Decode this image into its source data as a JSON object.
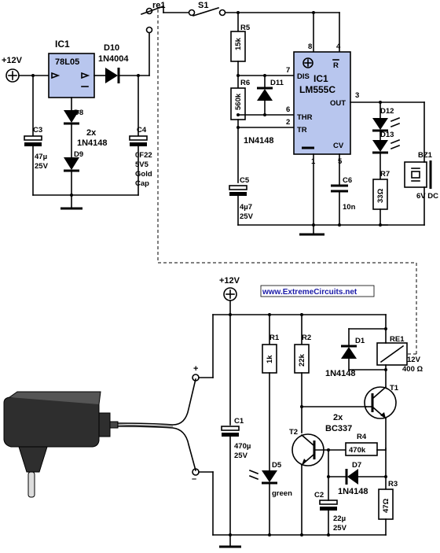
{
  "website": "www.ExtremeCircuits.net",
  "colors": {
    "ic_fill": "#b8c6ee",
    "url_color": "#1a1aa8"
  },
  "top": {
    "supply": "+12V",
    "ic1_regulator": {
      "name": "IC1",
      "part": "78L05"
    },
    "d10": {
      "name": "D10",
      "part": "1N4004"
    },
    "d8": "D8",
    "d9": "D9",
    "diodes_note_count": "2x",
    "diodes_note_part": "1N4148",
    "c3": {
      "name": "C3",
      "v1": "47µ",
      "v2": "25V"
    },
    "c4": {
      "name": "C4",
      "v1": "0F22",
      "v2": "5V5",
      "v3": "Gold",
      "v4": "Cap"
    },
    "re1": "re1",
    "s1": "S1",
    "r5": {
      "name": "R5",
      "value": "15k"
    },
    "r6": {
      "name": "R6",
      "value": "560k"
    },
    "d11": {
      "name": "D11",
      "part": "1N4148"
    },
    "c5": {
      "name": "C5",
      "v1": "4µ7",
      "v2": "25V"
    },
    "ic1_timer": {
      "name": "IC1",
      "part": "LM555C",
      "pins": {
        "dis": "DIS",
        "thr": "THR",
        "tr": "TR",
        "r": "R",
        "out": "OUT",
        "cv": "CV"
      },
      "pin_numbers": {
        "p8": "8",
        "p4": "4",
        "p7": "7",
        "p6": "6",
        "p2": "2",
        "p3": "3",
        "p1": "1",
        "p5": "5"
      }
    },
    "c6": {
      "name": "C6",
      "value": "10n"
    },
    "d12": "D12",
    "d13": "D13",
    "r7": {
      "name": "R7",
      "value": "33Ω"
    },
    "bz1": {
      "name": "BZ1",
      "value": "6V DC"
    }
  },
  "bottom": {
    "supply": "+12V",
    "plus": "+",
    "minus": "–",
    "c1": {
      "name": "C1",
      "v1": "470µ",
      "v2": "25V"
    },
    "r1": {
      "name": "R1",
      "value": "1k"
    },
    "d5": {
      "name": "D5",
      "color": "green"
    },
    "r2": {
      "name": "R2",
      "value": "22k"
    },
    "d1": {
      "name": "D1",
      "part": "1N4148"
    },
    "re1": {
      "name": "RE1",
      "v1": "12V",
      "v2": "400 Ω"
    },
    "t1": "T1",
    "t2": "T2",
    "transistors_count": "2x",
    "transistors_part": "BC337",
    "r4": {
      "name": "R4",
      "value": "470k"
    },
    "d7": {
      "name": "D7",
      "part": "1N4148"
    },
    "c2": {
      "name": "C2",
      "v1": "22µ",
      "v2": "25V"
    },
    "r3": {
      "name": "R3",
      "value": "47Ω"
    }
  }
}
